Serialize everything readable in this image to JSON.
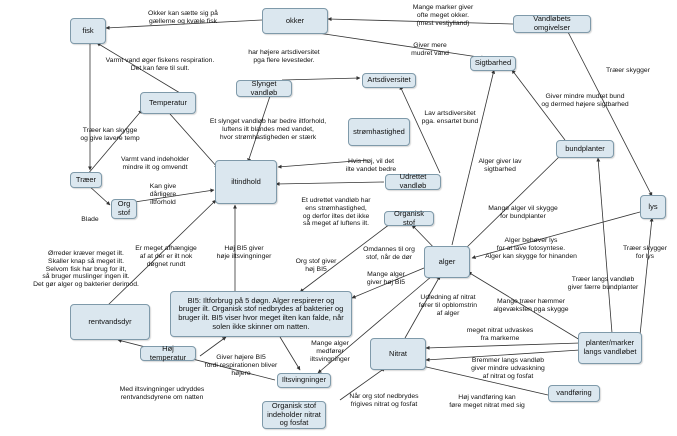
{
  "nodes": {
    "fisk": "fisk",
    "okker": "okker",
    "vandlobets_omgivelser": "Vandløbets omgivelser",
    "temperatur": "Temperatur",
    "sigtbarhed": "Sigtbarhed",
    "slynget_vandlob": "Slynget vandløb",
    "artsdiversitet": "Artsdiversitet",
    "stromhastighed": "strømhastighed",
    "traer": "Træer",
    "org_stof_left": "Org stof",
    "iltindhold": "iltindhold",
    "udrettet_vandlob": "Udrettet vandløb",
    "bundplanter": "bundplanter",
    "organisk_stof": "Organisk stof",
    "lys": "lys",
    "alger": "alger",
    "rentvandsdyr": "rentvandsdyr",
    "bis": "BI5: Iltforbrug på 5 døgn. Alger respirerer og bruger ilt. Organisk stof nedbrydes af bakterier og bruger ilt. BI5 viser hvor meget ilten kan falde, når solen ikke skinner om natten.",
    "hoj_temperatur": "Høj temperatur",
    "nitrat": "Nitrat",
    "planter_marker": "planter/marker langs vandløbet",
    "iltsvingninger": "Iltsvingninger",
    "organisk_stof_nitrat": "Organisk stof indeholder nitrat og fosfat",
    "vandforing": "vandføring"
  },
  "links": {
    "l1": "Okker kan sætte sig på\ngællerne og kvæle fisk",
    "l2": "Mange marker giver\nofte meget okker.\n(mest vestjylland)",
    "l3": "Giver mere\nmudret vand",
    "l4": "Varmt vand øger fiskens respiration.\nDet kan føre til sult.",
    "l5": "har højere artsdiversitet\npga flere levesteder.",
    "l6": "Træer skygger",
    "l7": "Træer kan skygge\nog give lavere temp",
    "l8": "Et slynget vandløb har bedre iltforhold,\nluftens ilt blandes med vandet,\nhvor strømhastigheden er stærk",
    "l9": "Lav artsdiversitet\npga. ensartet bund",
    "l10": "Giver mindre mudret bund\nog dermed højere sigtbarhed",
    "l11": "Varmt vand indeholder\nmindre ilt og omvendt",
    "l12": "Hvis høj, vil det\nilte vandet bedre",
    "l13": "Alger giver lav\nsigtbarhed",
    "l14": "Kan give\ndårligere\niltforhold",
    "l15": "Blade",
    "l16": "Et udrettet vandløb har\nens strømhastighed,\nog derfor iltes det ikke\nså meget af luftens ilt.",
    "l17": "Mange alger vil skygge\nfor bundplanter",
    "l18": "Ørreder kræver meget ilt.\nSkaller knap så meget ilt.\nSelvom fisk har brug for ilt,\nså bruger muslinger ingen ilt.\nDet gør alger og bakterier derimod.",
    "l19": "Er meget afhængige\naf at der er ilt nok\ndøgnet rundt",
    "l20": "Høj BI5 giver\nhøje iltsvingninger",
    "l21": "Org stof giver\nhøj BI5",
    "l22": "Omdannes til org\nstof, når de dør",
    "l23": "Mange alger\ngiver høj BI5",
    "l24": "Alger behøver lys\nfor at lave fotosyntese.\nAlger kan skygge for hinanden",
    "l25": "Træer skygger\nfor lys",
    "l26": "Træer langs vandløb\ngiver færre bundplanter",
    "l27": "Udledning af nitrat\nfører til opblomstrin\naf alger",
    "l28": "Mange træer hæmmer\nalgevæksten pga skygge",
    "l29": "meget nitrat udvaskes\nfra markerne",
    "l30": "Mange alger\nmedfører\niltsvingninger",
    "l31": "Giver højere BI5\nfordi respirationen bliver\nhøjere",
    "l32": "Bremmer langs vandløb\ngiver mindre udvaskning\naf nitrat og fosfat",
    "l33": "Høj vandføring kan\nføre meget nitrat med sig",
    "l34": "Med iltsvingninger udryddes\nrentvandsdyrene om natten",
    "l35": "Når org stof nedbrydes\nfrigives nitrat og fosfat"
  },
  "colors": {
    "node_fill": "#dbe7ef",
    "node_border": "#7f9aaa",
    "edge": "#333333"
  }
}
